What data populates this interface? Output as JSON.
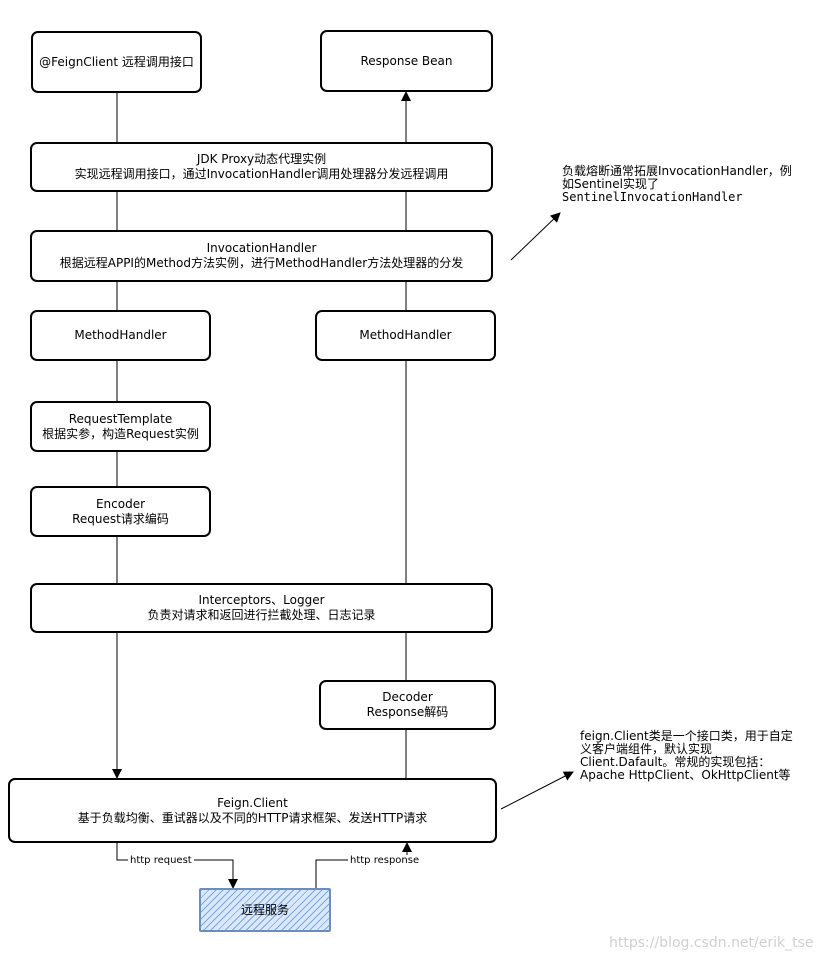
{
  "nodes": {
    "feign_client_interface": {
      "line1": "@FeignClient 远程调用接口"
    },
    "response_bean": {
      "line1": "Response Bean"
    },
    "jdk_proxy": {
      "line1": "JDK Proxy动态代理实例",
      "line2": "实现远程调用接口，通过InvocationHandler调用处理器分发远程调用"
    },
    "invocation_handler": {
      "line1": "InvocationHandler",
      "line2": "根据远程APPI的Method方法实例，进行MethodHandler方法处理器的分发"
    },
    "method_handler_left": {
      "line1": "MethodHandler"
    },
    "method_handler_right": {
      "line1": "MethodHandler"
    },
    "request_template": {
      "line1": "RequestTemplate",
      "line2": "根据实参，构造Request实例"
    },
    "encoder": {
      "line1": "Encoder",
      "line2": "Request请求编码"
    },
    "interceptors": {
      "line1": "Interceptors、Logger",
      "line2": "负责对请求和返回进行拦截处理、日志记录"
    },
    "decoder": {
      "line1": "Decoder",
      "line2": "Response解码"
    },
    "feign_client": {
      "line1": "Feign.Client",
      "line2": "基于负载均衡、重试器以及不同的HTTP请求框架、发送HTTP请求"
    },
    "remote_service": {
      "line1": "远程服务"
    }
  },
  "notes": {
    "invocation_note": {
      "line1": "负载熔断通常拓展InvocationHandler，例",
      "line2": "如Sentinel实现了",
      "line3": "SentinelInvocationHandler"
    },
    "client_note": {
      "line1": "feign.Client类是一个接口类，用于自定",
      "line2": "义客户端组件，默认实现",
      "line3": "Client.Dafault。常规的实现包括：",
      "line4": "Apache HttpClient、OkHttpClient等"
    }
  },
  "edge_labels": {
    "http_request": "http request",
    "http_response": "http response"
  },
  "watermark": "https://blog.csdn.net/erik_tse",
  "colors": {
    "remote_fill": "#dae8fc",
    "remote_stroke": "#6c8ebf",
    "watermark": "#d0d0d0"
  }
}
